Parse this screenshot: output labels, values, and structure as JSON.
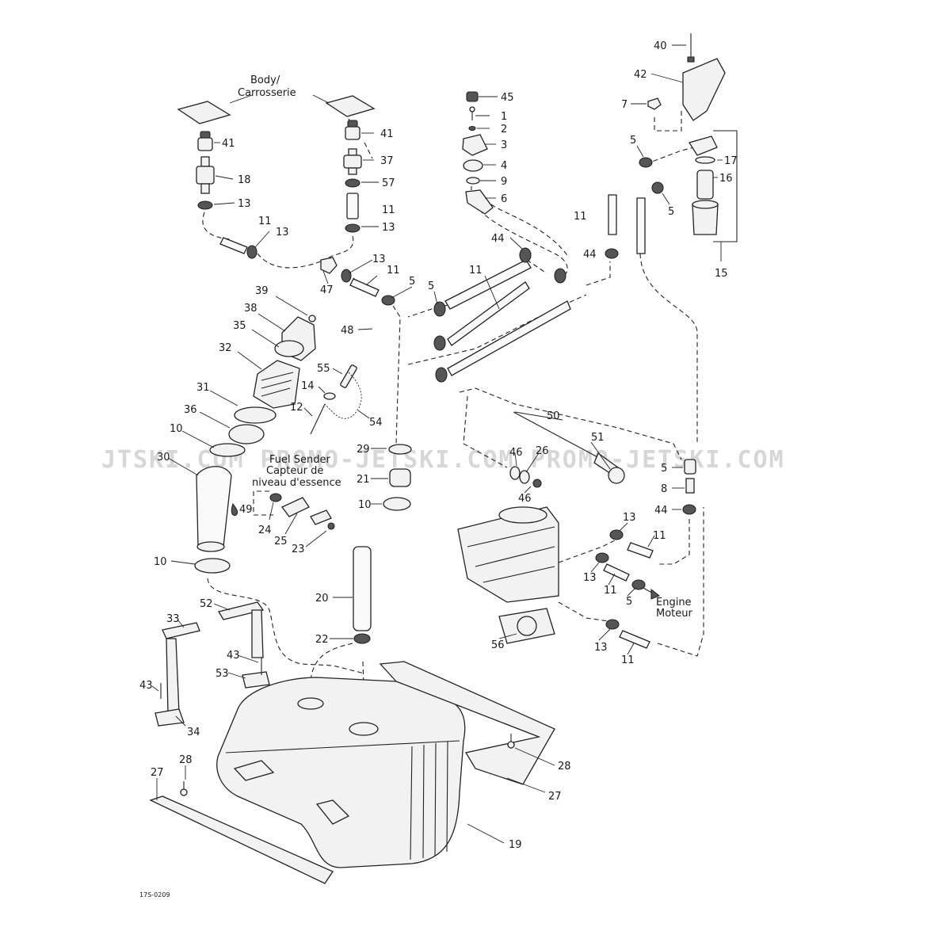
{
  "diagram": {
    "captions": {
      "body": "Body/",
      "body_fr": "Carrosserie",
      "fuel_sender": "Fuel Sender",
      "fuel_sender_fr1": "Capteur de",
      "fuel_sender_fr2": "niveau d'essence",
      "engine": "Engine",
      "engine_fr": "Moteur"
    },
    "watermark": "JTSKI.COM   PROMO-JETSKI.COM   PROMO-JETSKI.COM",
    "reference_code": "17S-0209",
    "callouts": [
      "40",
      "42",
      "7",
      "5",
      "17",
      "16",
      "5",
      "15",
      "45",
      "1",
      "2",
      "3",
      "4",
      "9",
      "6",
      "11",
      "44",
      "44",
      "41",
      "18",
      "13",
      "11",
      "13",
      "41",
      "37",
      "57",
      "11",
      "13",
      "13",
      "11",
      "47",
      "5",
      "5",
      "11",
      "39",
      "38",
      "35",
      "48",
      "32",
      "55",
      "14",
      "31",
      "12",
      "54",
      "36",
      "10",
      "30",
      "29",
      "21",
      "10",
      "49",
      "24",
      "25",
      "23",
      "10",
      "20",
      "22",
      "50",
      "51",
      "46",
      "26",
      "46",
      "5",
      "8",
      "44",
      "13",
      "11",
      "13",
      "11",
      "5",
      "56",
      "13",
      "11",
      "52",
      "33",
      "43",
      "53",
      "43",
      "34",
      "27",
      "28",
      "28",
      "27",
      "19"
    ]
  }
}
